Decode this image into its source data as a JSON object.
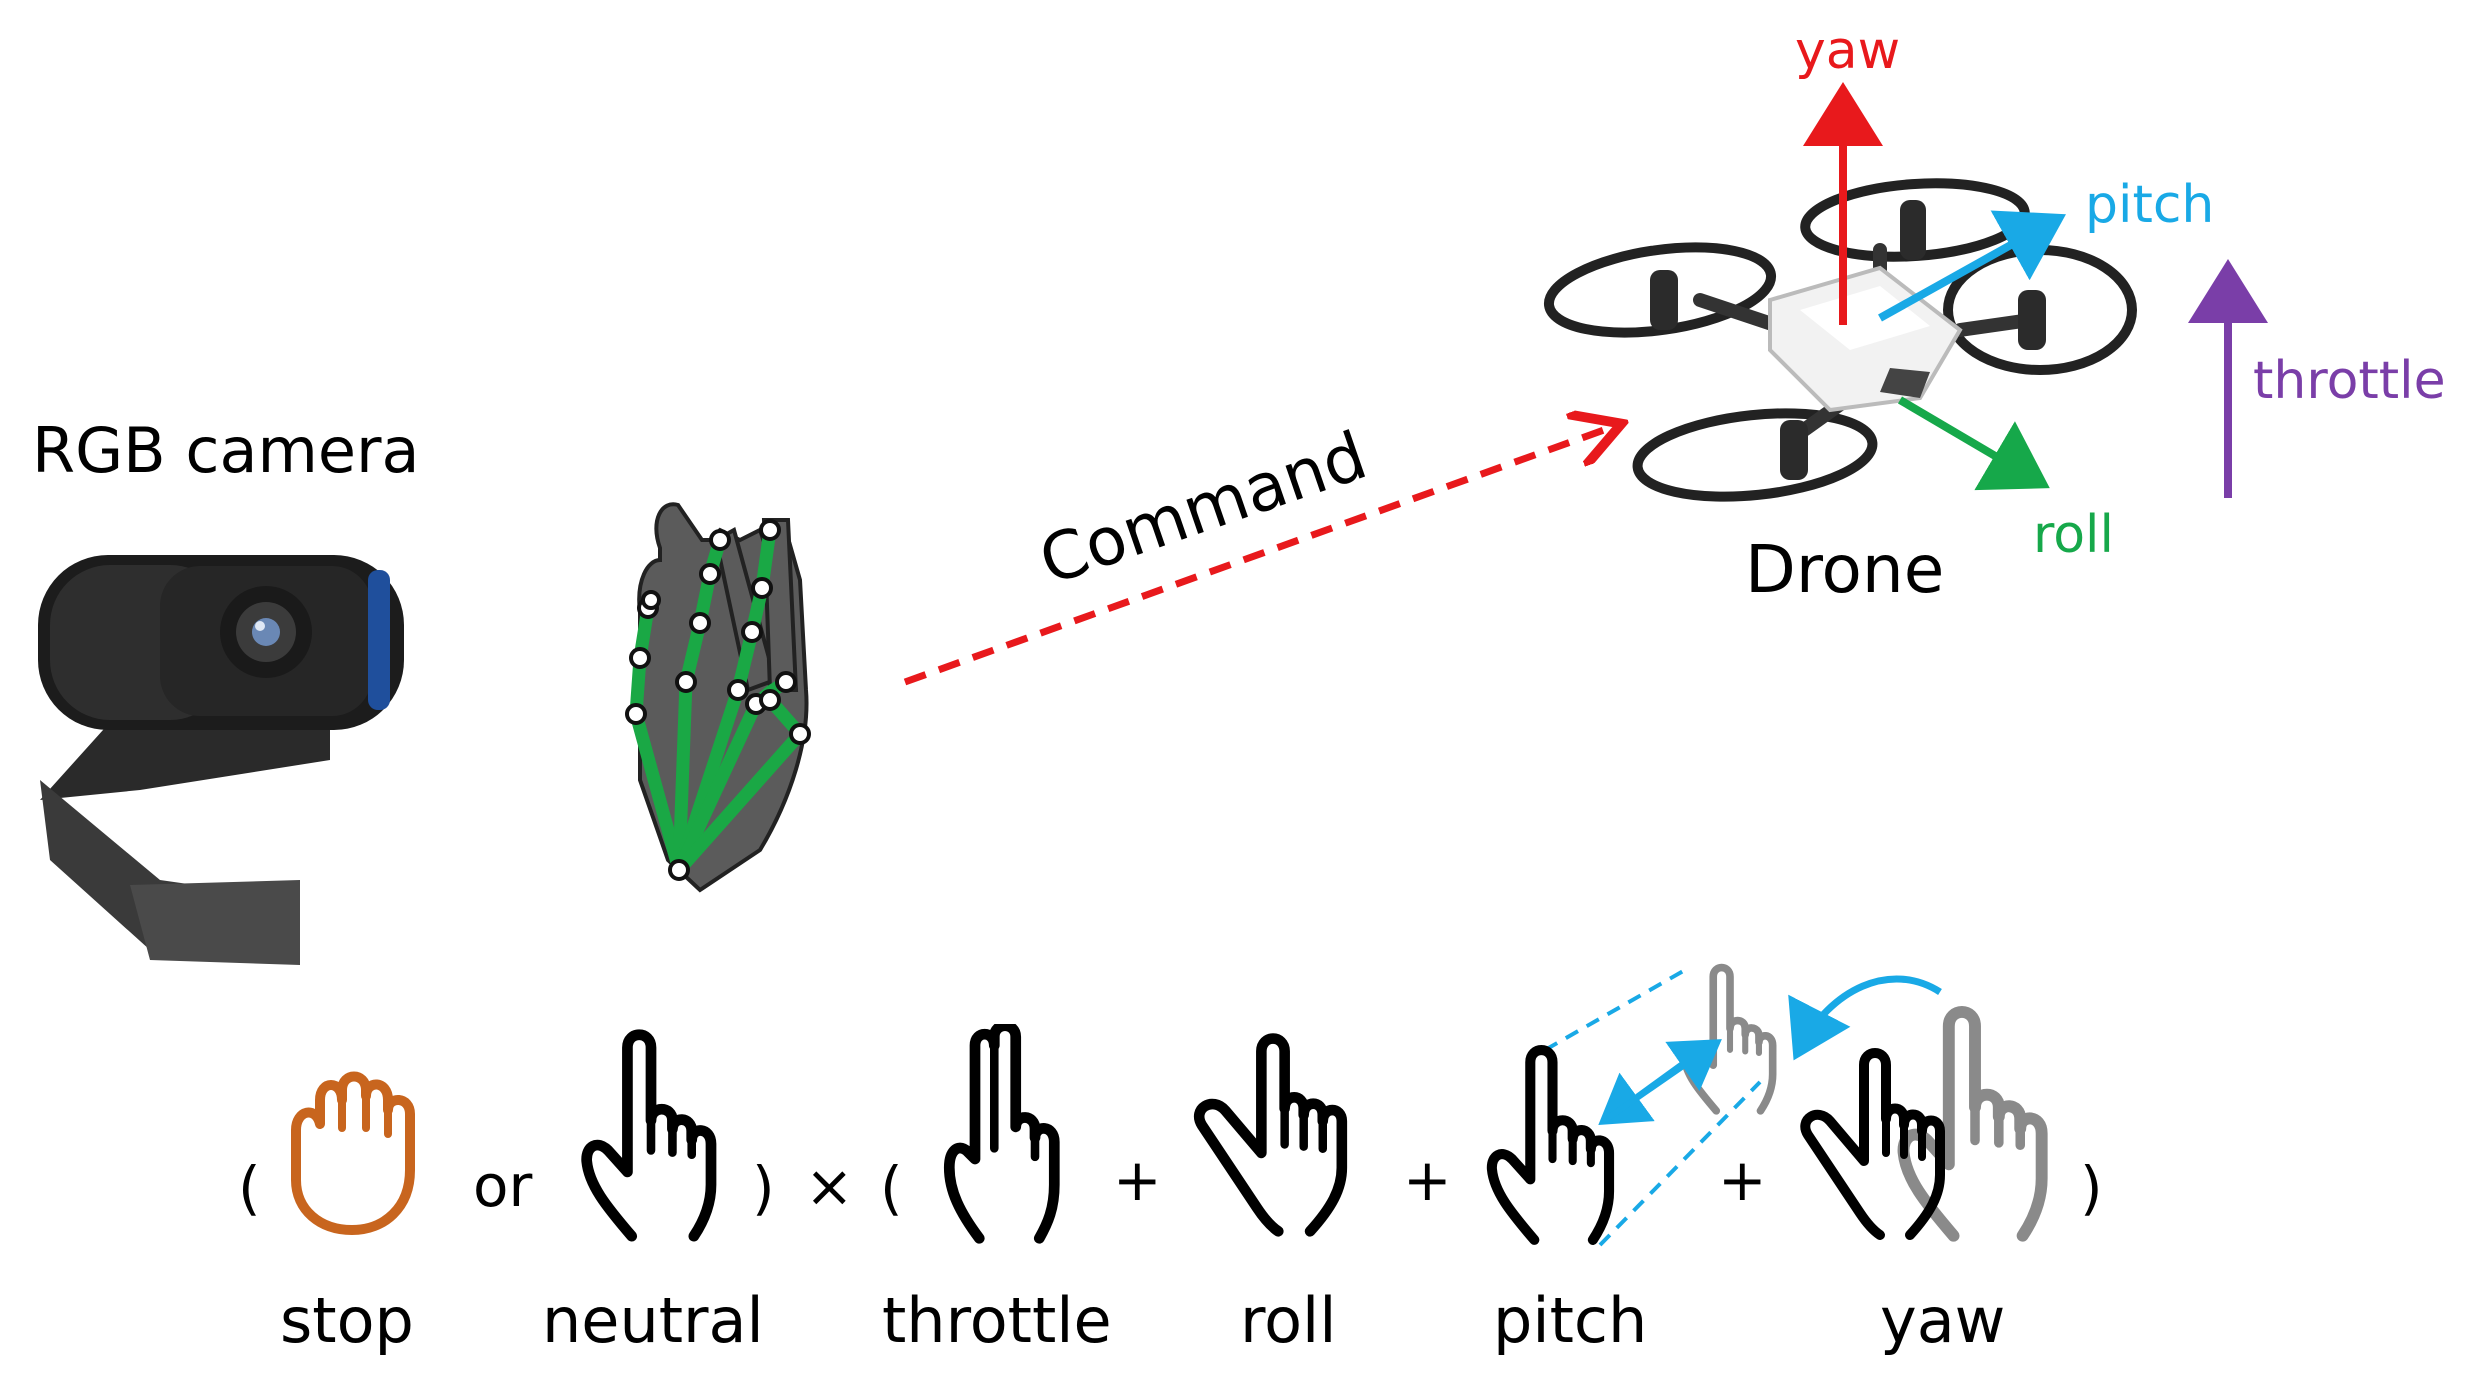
{
  "labels": {
    "camera": "RGB camera",
    "command": "Command",
    "drone": "Drone",
    "yaw_axis": "yaw",
    "pitch_axis": "pitch",
    "roll_axis": "roll",
    "throttle_axis": "throttle"
  },
  "formula": {
    "open_paren_1": "(",
    "or": "or",
    "close_paren_1": ")",
    "times": "×",
    "open_paren_2": "(",
    "plus_1": "+",
    "plus_2": "+",
    "plus_3": "+",
    "close_paren_2": ")"
  },
  "gestures": {
    "stop": "stop",
    "neutral": "neutral",
    "throttle": "throttle",
    "roll": "roll",
    "pitch": "pitch",
    "yaw": "yaw"
  },
  "colors": {
    "yaw": "#e8191c",
    "pitch": "#19a9e6",
    "roll": "#16a84a",
    "throttle": "#7a3ea8",
    "command": "#e8191c",
    "stop": "#c8651e",
    "skeleton": "#1aa845"
  }
}
